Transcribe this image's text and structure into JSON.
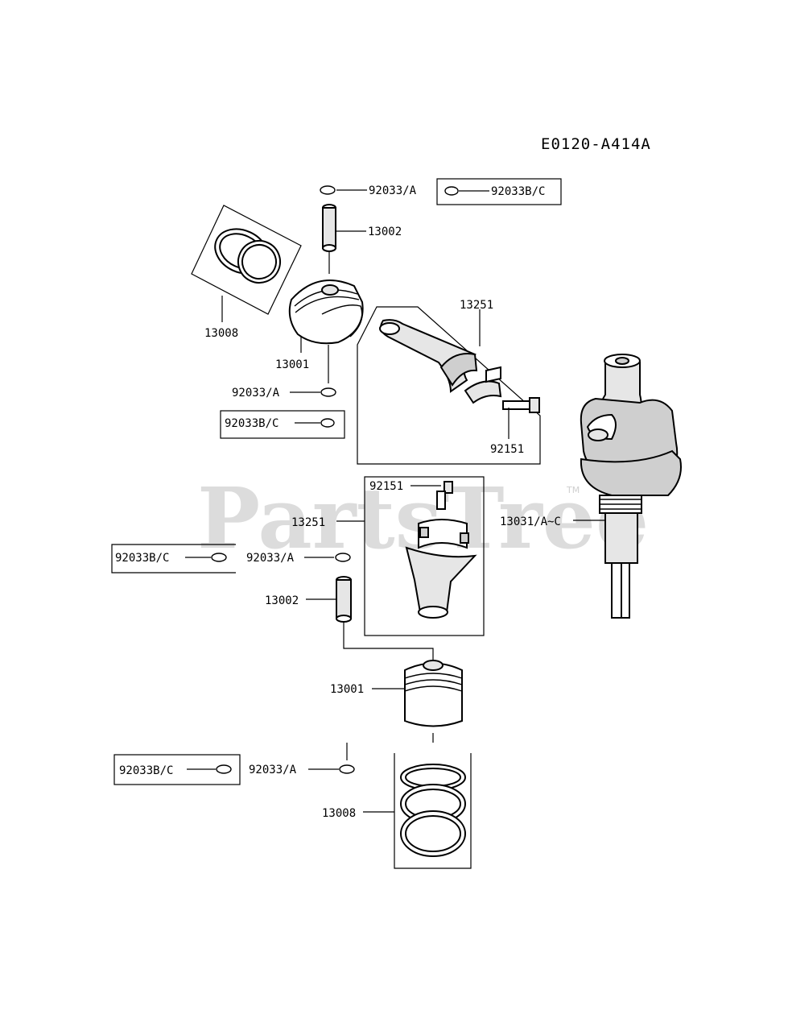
{
  "diagram_code": "E0120-A414A",
  "watermark": "PartsTree",
  "watermark_tm": "TM",
  "labels": {
    "c1_top": "92033/A",
    "c1_top_box": "92033B/C",
    "pin_top": "13002",
    "rings_top": "13008",
    "piston_top": "13001",
    "rod_top": "13251",
    "clip_top_lower": "92033/A",
    "clip_top_lower_box": "92033B/C",
    "bolt_top": "92151",
    "bolt_bottom": "92151",
    "rod_bottom": "13251",
    "crankshaft": "13031/A~C",
    "clip_mid_box": "92033B/C",
    "clip_mid": "92033/A",
    "pin_bottom": "13002",
    "piston_bottom": "13001",
    "clip_bottom_box": "92033B/C",
    "clip_bottom": "92033/A",
    "rings_bottom": "13008"
  }
}
